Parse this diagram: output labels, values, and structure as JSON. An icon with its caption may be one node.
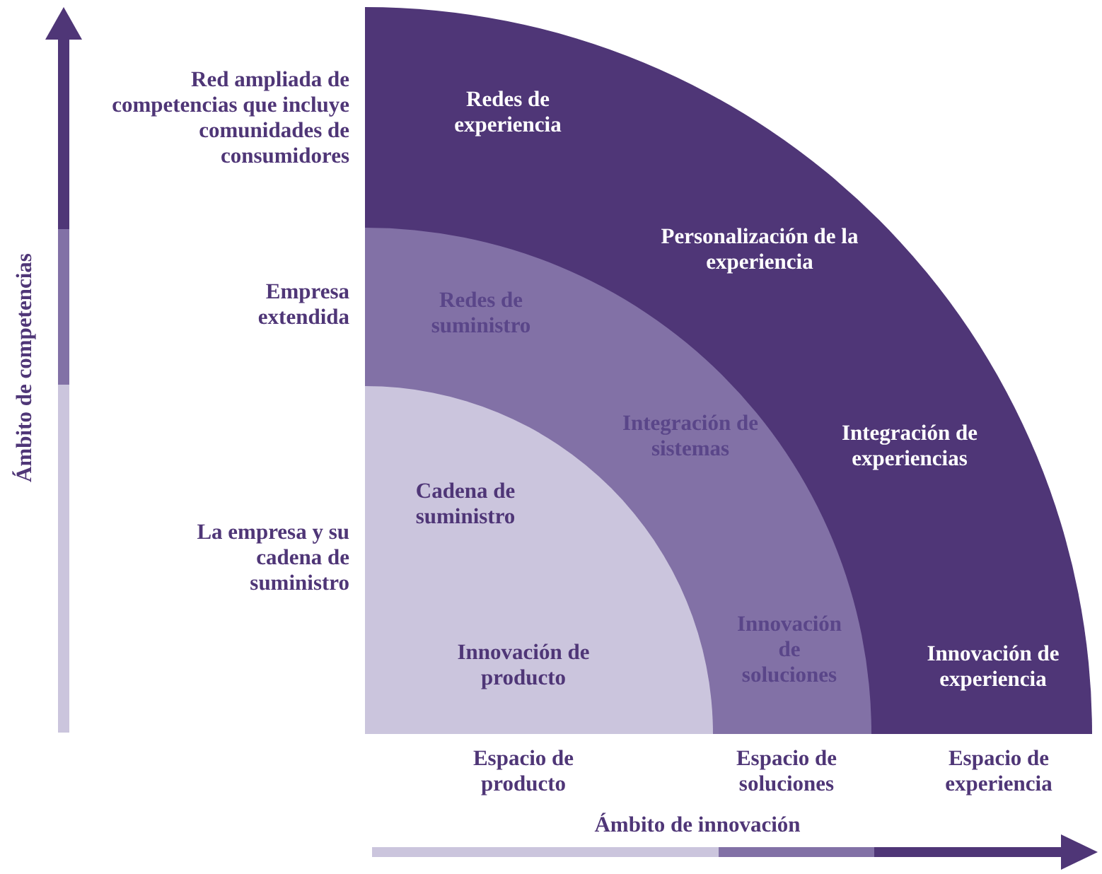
{
  "diagram": {
    "nodes": [
      {
        "text": [
          "Redes de experiencia",
          "Personalización de la experiencia",
          "Integración de experiencias",
          "Innovación de experiencia"
        ]
      },
      {
        "text": [
          "Redes de suministro",
          "Integración de sistemas",
          "Innovación de soluciones"
        ],
        "in": 0
      },
      {
        "text": [
          "Cadena de suministro",
          "Innovación de producto"
        ],
        "in": 1
      }
    ],
    "labels": [
      "Red ampliada de competencias que incluye comunidades de consumidores",
      "Empresa extendida",
      "La empresa y su cadena de suministro",
      "Ámbito de competencias",
      "Espacio de producto",
      "Espacio de soluciones",
      "Espacio de experiencia",
      "Ámbito de innovación"
    ]
  }
}
